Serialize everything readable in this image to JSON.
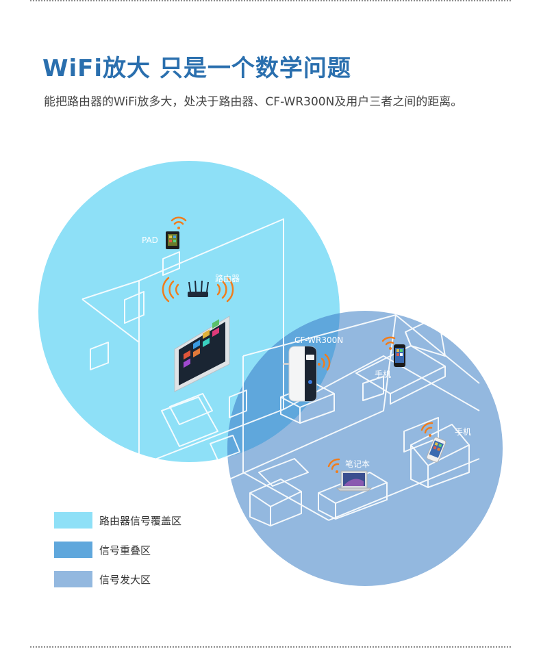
{
  "header": {
    "title": "WiFi放大 只是一个数学问题",
    "subtitle": "能把路由器的WiFi放多大，处决于路由器、CF-WR300N及用户三者之间的距离。"
  },
  "labels": {
    "pad": "PAD",
    "router": "路由器",
    "extender": "CF-WR300N",
    "phone_1": "手机",
    "phone_2": "手机",
    "laptop": "笔记本"
  },
  "legend": {
    "items": [
      {
        "label": "路由器信号覆盖区",
        "color": "#8ee0f7"
      },
      {
        "label": "信号重叠区",
        "color": "#5fa7dc"
      },
      {
        "label": "信号发大区",
        "color": "#93b8df"
      }
    ]
  },
  "colors": {
    "title": "#2a6fae",
    "router_zone": "#8ee0f7",
    "extender_zone": "#93b8df",
    "overlap_zone": "#5fa7dc",
    "wifi_signal": "#f07d1d"
  },
  "icons": [
    "wifi-signal-icon",
    "router-icon",
    "tablet-icon",
    "tv-icon",
    "extender-icon",
    "phone-icon",
    "laptop-icon"
  ]
}
